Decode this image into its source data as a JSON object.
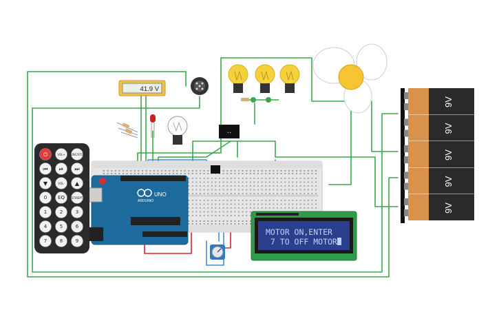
{
  "voltmeter": {
    "reading": "41.9 V"
  },
  "arduino": {
    "logo": "ARDUINO",
    "model": "UNO"
  },
  "lcd": {
    "line1": "MOTOR ON,ENTER",
    "line2": " 7 TO OFF MOTOR"
  },
  "batteries": {
    "labels": [
      "9V",
      "9V",
      "9V",
      "9V",
      "9V"
    ]
  },
  "remote": {
    "buttons": [
      "power",
      "VOL+",
      "FUNC/STOP",
      "prev",
      "play",
      "next",
      "down",
      "VOL-",
      "up",
      "0",
      "EQ",
      "ST/REPT",
      "1",
      "2",
      "3",
      "4",
      "5",
      "6",
      "7",
      "8",
      "9"
    ]
  },
  "colors": {
    "wire_green": "#3aa64a",
    "wire_red": "#d8262b",
    "wire_blue": "#3d8fd6",
    "breadboard": "#e6e6e6",
    "arduino_board": "#1d6b9c",
    "lcd_board": "#2e9b4a",
    "lcd_screen": "#2c3f8c",
    "lcd_text": "#bcd0ff",
    "battery_body": "#2a2a2a",
    "battery_tab": "#d8924c",
    "bulb": "#f5d23c",
    "remote": "#2b2b2b"
  }
}
